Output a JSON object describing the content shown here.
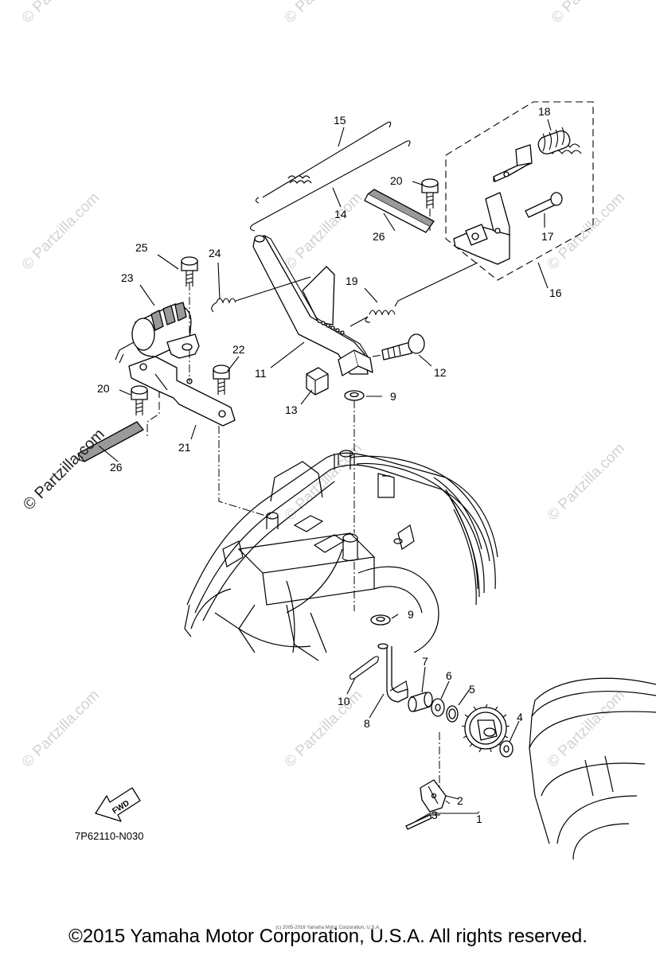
{
  "watermark": "© Partzilla.com",
  "diagram_code": "7P62110-N030",
  "fwd_label": "FWD",
  "copyright": "©2015 Yamaha Motor Corporation, U.S.A. All rights reserved.",
  "small_copyright": "(c) 2005-2016 Yamaha Motor Corporation, U.S.A.",
  "callouts": {
    "c1": "1",
    "c2": "2",
    "c3": "3",
    "c4": "4",
    "c5": "5",
    "c6": "6",
    "c7": "7",
    "c8": "8",
    "c9a": "9",
    "c9b": "9",
    "c10": "10",
    "c11": "11",
    "c12": "12",
    "c13": "13",
    "c14": "14",
    "c15": "15",
    "c16": "16",
    "c17": "17",
    "c18": "18",
    "c19": "19",
    "c20a": "20",
    "c20b": "20",
    "c21": "21",
    "c22": "22",
    "c23": "23",
    "c24": "24",
    "c25": "25",
    "c26a": "26",
    "c26b": "26"
  },
  "colors": {
    "line": "#000000",
    "watermark": "#d2d2d2",
    "background": "#ffffff"
  }
}
